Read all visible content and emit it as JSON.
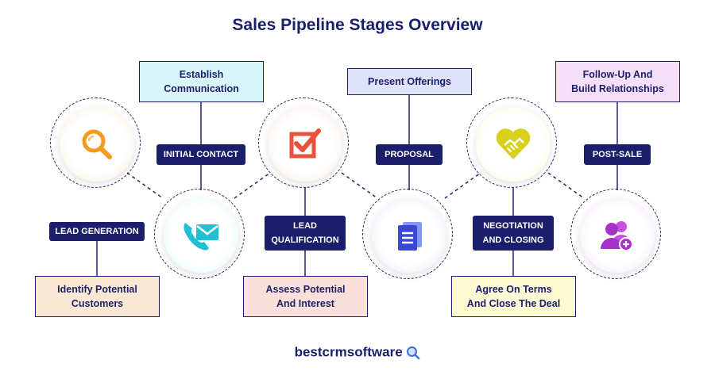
{
  "title": "Sales Pipeline Stages Overview",
  "stages": [
    {
      "stage": "LEAD GENERATION",
      "description": "Identify Potential\nCustomers",
      "icon": "magnifier-icon",
      "color": "#fbe8d2"
    },
    {
      "stage": "INITIAL CONTACT",
      "description": "Establish\nCommunication",
      "icon": "phone-mail-icon",
      "color": "#d9f7fb"
    },
    {
      "stage": "LEAD\nQUALIFICATION",
      "description": "Assess Potential\nAnd Interest",
      "icon": "checkbox-icon",
      "color": "#fbe0da"
    },
    {
      "stage": "PROPOSAL",
      "description": "Present Offerings",
      "icon": "document-icon",
      "color": "#e0e2fb"
    },
    {
      "stage": "NEGOTIATION\nAND CLOSING",
      "description": "Agree On Terms\nAnd Close The Deal",
      "icon": "handshake-heart-icon",
      "color": "#fdf9d3"
    },
    {
      "stage": "POST-SALE",
      "description": "Follow-Up And\nBuild Relationships",
      "icon": "user-group-add-icon",
      "color": "#f5def9"
    }
  ],
  "brand": {
    "name": "bestcrmsoftware",
    "icon": "search-icon"
  }
}
